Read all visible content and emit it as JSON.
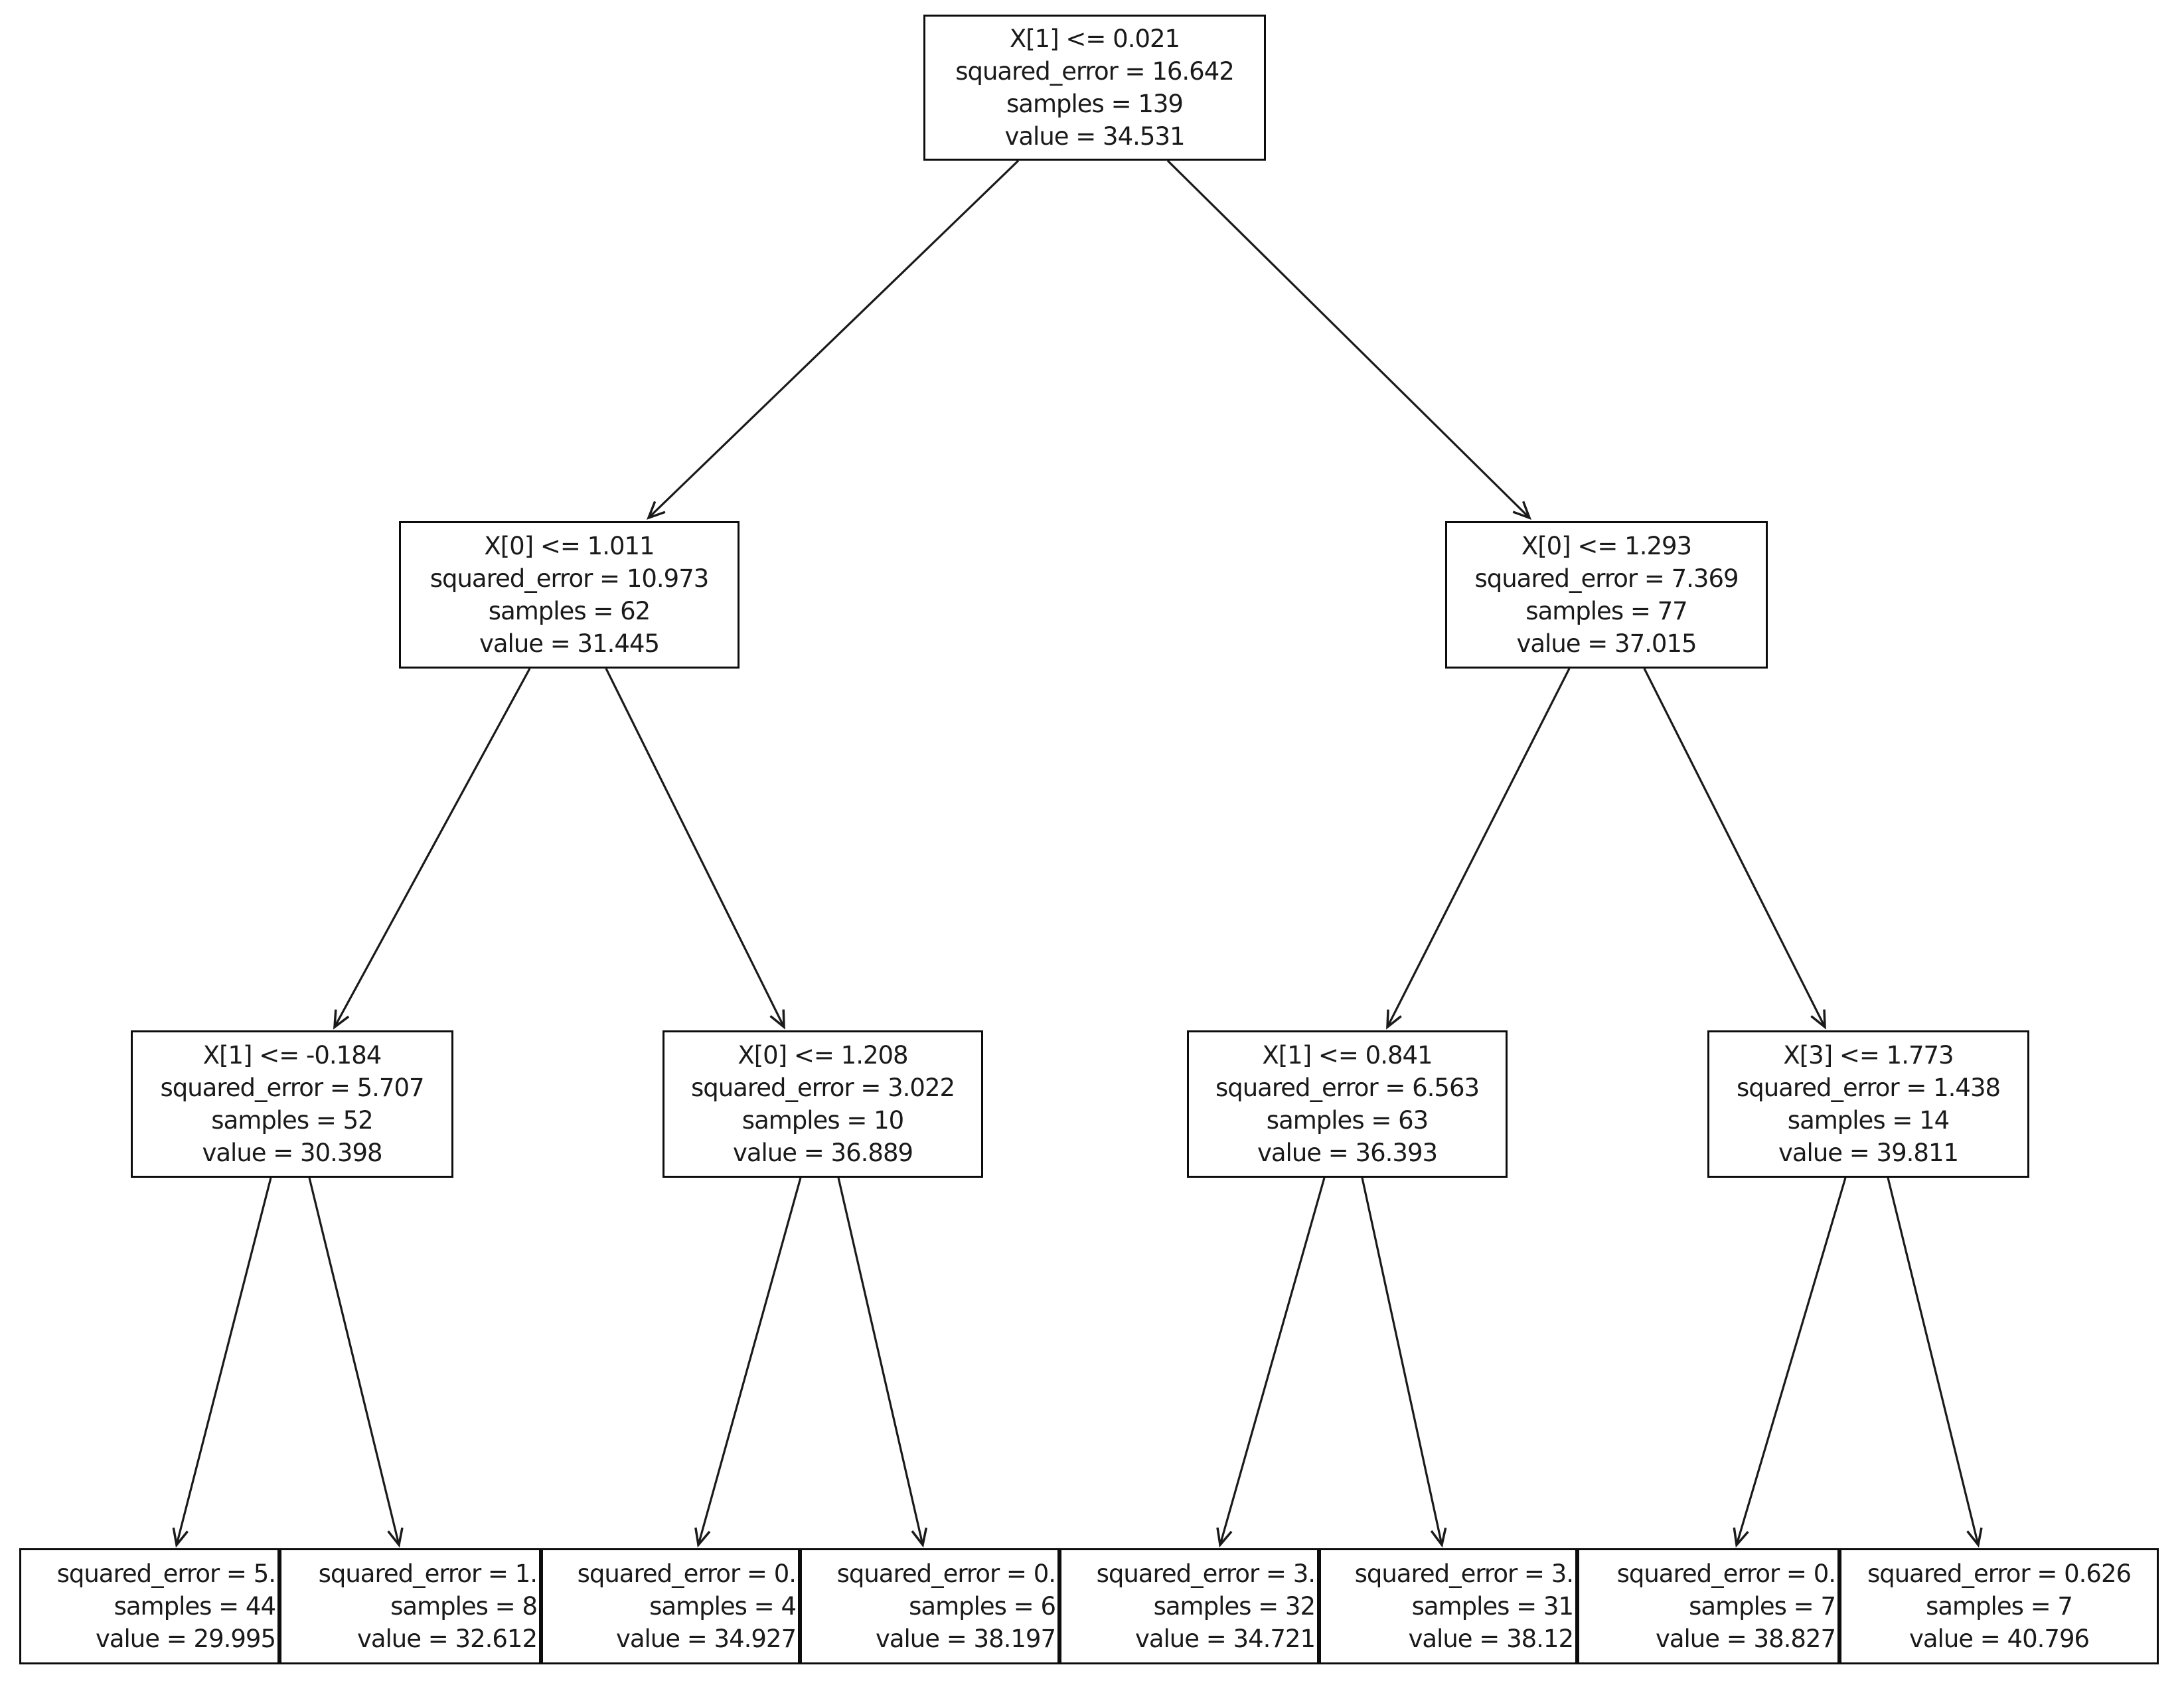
{
  "figure": {
    "background_color": "#ffffff",
    "box_border_color": "#0d0d0d",
    "arrow_color": "#1a1a1a"
  },
  "tree": {
    "kind": "regression-decision-tree",
    "nodes": [
      {
        "id": 0,
        "split": "X[1] <= 0.021",
        "error": "squared_error = 16.642",
        "samples": "samples = 139",
        "value": "value = 34.531"
      },
      {
        "id": 1,
        "split": "X[0] <= 1.011",
        "error": "squared_error = 10.973",
        "samples": "samples = 62",
        "value": "value = 31.445"
      },
      {
        "id": 2,
        "split": "X[0] <= 1.293",
        "error": "squared_error = 7.369",
        "samples": "samples = 77",
        "value": "value = 37.015"
      },
      {
        "id": 3,
        "split": "X[1] <= -0.184",
        "error": "squared_error = 5.707",
        "samples": "samples = 52",
        "value": "value = 30.398"
      },
      {
        "id": 4,
        "split": "X[0] <= 1.208",
        "error": "squared_error = 3.022",
        "samples": "samples = 10",
        "value": "value = 36.889"
      },
      {
        "id": 5,
        "split": "X[1] <= 0.841",
        "error": "squared_error = 6.563",
        "samples": "samples = 63",
        "value": "value = 36.393"
      },
      {
        "id": 6,
        "split": "X[3] <= 1.773",
        "error": "squared_error = 1.438",
        "samples": "samples = 14",
        "value": "value = 39.811"
      },
      {
        "id": 7,
        "error": "squared_error = 5.",
        "samples": "samples = 44",
        "value": "value = 29.995"
      },
      {
        "id": 8,
        "error": "squared_error = 1.",
        "samples": "samples = 8",
        "value": "value = 32.612"
      },
      {
        "id": 9,
        "error": "squared_error = 0.",
        "samples": "samples = 4",
        "value": "value = 34.927"
      },
      {
        "id": 10,
        "error": "squared_error = 0.",
        "samples": "samples = 6",
        "value": "value = 38.197"
      },
      {
        "id": 11,
        "error": "squared_error = 3.",
        "samples": "samples = 32",
        "value": "value = 34.721"
      },
      {
        "id": 12,
        "error": "squared_error = 3.",
        "samples": "samples = 31",
        "value": "value = 38.12"
      },
      {
        "id": 13,
        "error": "squared_error = 0.",
        "samples": "samples = 7",
        "value": "value = 38.827"
      },
      {
        "id": 14,
        "error": "squared_error = 0.626",
        "samples": "samples = 7",
        "value": "value = 40.796"
      }
    ],
    "edges": [
      [
        0,
        1
      ],
      [
        0,
        2
      ],
      [
        1,
        3
      ],
      [
        1,
        4
      ],
      [
        2,
        5
      ],
      [
        2,
        6
      ],
      [
        3,
        7
      ],
      [
        3,
        8
      ],
      [
        4,
        9
      ],
      [
        4,
        10
      ],
      [
        5,
        11
      ],
      [
        5,
        12
      ],
      [
        6,
        13
      ],
      [
        6,
        14
      ]
    ]
  }
}
